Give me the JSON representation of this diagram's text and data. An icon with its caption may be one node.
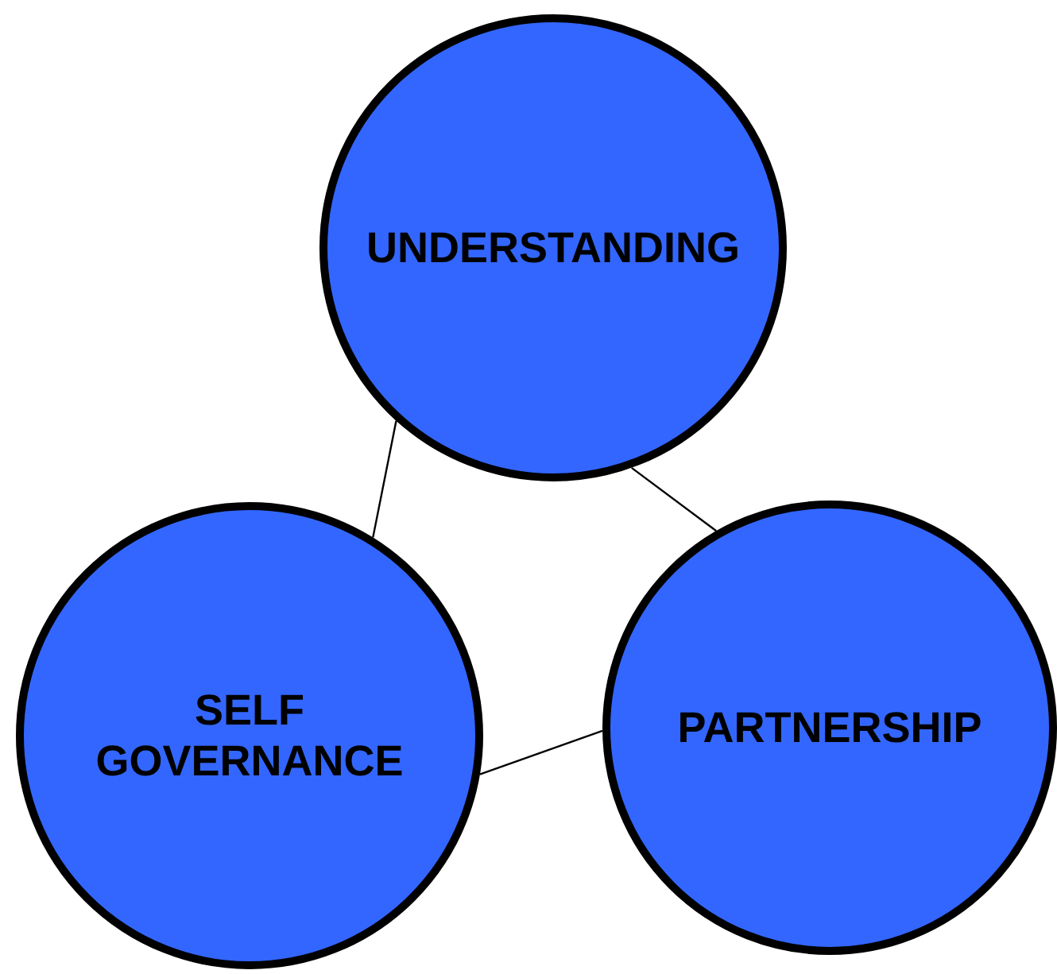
{
  "diagram": {
    "nodes": [
      {
        "text": [
          "UNDERSTANDING"
        ]
      },
      {
        "text": [
          "SELF GOVERNANCE"
        ]
      },
      {
        "text": [
          "PARTNERSHIP"
        ]
      }
    ],
    "edges": [
      {
        "from": 0,
        "to": 1,
        "arrow": "none"
      },
      {
        "from": 0,
        "to": 2,
        "arrow": "none"
      },
      {
        "from": 1,
        "to": 2,
        "arrow": "none"
      }
    ]
  }
}
